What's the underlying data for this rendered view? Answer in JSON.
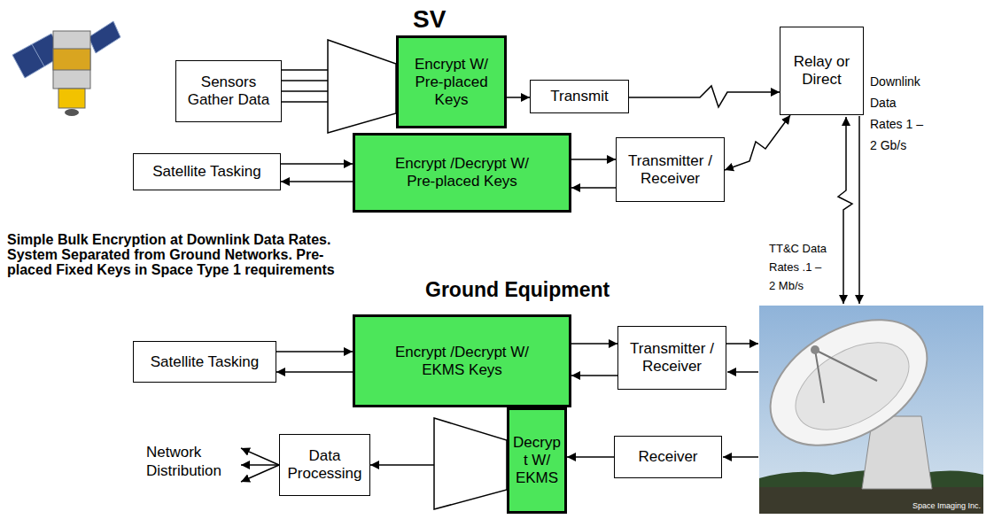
{
  "diagram": {
    "nodes": [
      {
        "text": [
          "Sensors Gather Data"
        ]
      },
      {
        "text": [
          "Encrypt W/ Pre-placed Keys"
        ]
      },
      {
        "text": [
          "Transmit"
        ]
      },
      {
        "text": [
          "Relay or Direct"
        ]
      },
      {
        "text": [
          "Satellite Tasking"
        ]
      },
      {
        "text": [
          "Encrypt /Decrypt W/ Pre-placed Keys"
        ]
      },
      {
        "text": [
          "Transmitter / Receiver"
        ]
      },
      {
        "text": [
          "Satellite Tasking"
        ]
      },
      {
        "text": [
          "Encrypt /Decrypt W/ EKMS Keys"
        ]
      },
      {
        "text": [
          "Transmitter / Receiver"
        ]
      },
      {
        "text": [
          "Data Processing"
        ]
      },
      {
        "text": [
          "Decryp t W/ EKMS"
        ]
      },
      {
        "text": [
          "Receiver"
        ]
      }
    ],
    "edges": [
      {
        "from": 0,
        "to": 1,
        "arrow": "none"
      },
      {
        "from": 1,
        "to": 2,
        "arrow": "to"
      },
      {
        "from": 2,
        "to": 3,
        "arrow": "to"
      },
      {
        "from": 6,
        "to": 3,
        "arrow": "both"
      },
      {
        "from": 4,
        "to": 5,
        "arrow": "to"
      },
      {
        "from": 5,
        "to": 4,
        "arrow": "to"
      },
      {
        "from": 5,
        "to": 6,
        "arrow": "to"
      },
      {
        "from": 6,
        "to": 5,
        "arrow": "to"
      },
      {
        "from": 7,
        "to": 8,
        "arrow": "to"
      },
      {
        "from": 8,
        "to": 7,
        "arrow": "to"
      },
      {
        "from": 8,
        "to": 9,
        "arrow": "to"
      },
      {
        "from": 9,
        "to": 8,
        "arrow": "to"
      },
      {
        "from": 12,
        "to": 11,
        "arrow": "to"
      },
      {
        "from": 11,
        "to": 10,
        "arrow": "to"
      }
    ],
    "labels": [
      "SV",
      "Simple Bulk Encryption at Downlink Data Rates. System Separated from Ground Networks. Pre-placed Fixed Keys in Space Type 1 requirements",
      "Ground Equipment",
      "TT&C Data Rates .1 – 2 Mb/s",
      "Downlink Data Rates 1 – 2 Gb/s",
      "Network Distribution",
      "Space Imaging Inc."
    ]
  }
}
